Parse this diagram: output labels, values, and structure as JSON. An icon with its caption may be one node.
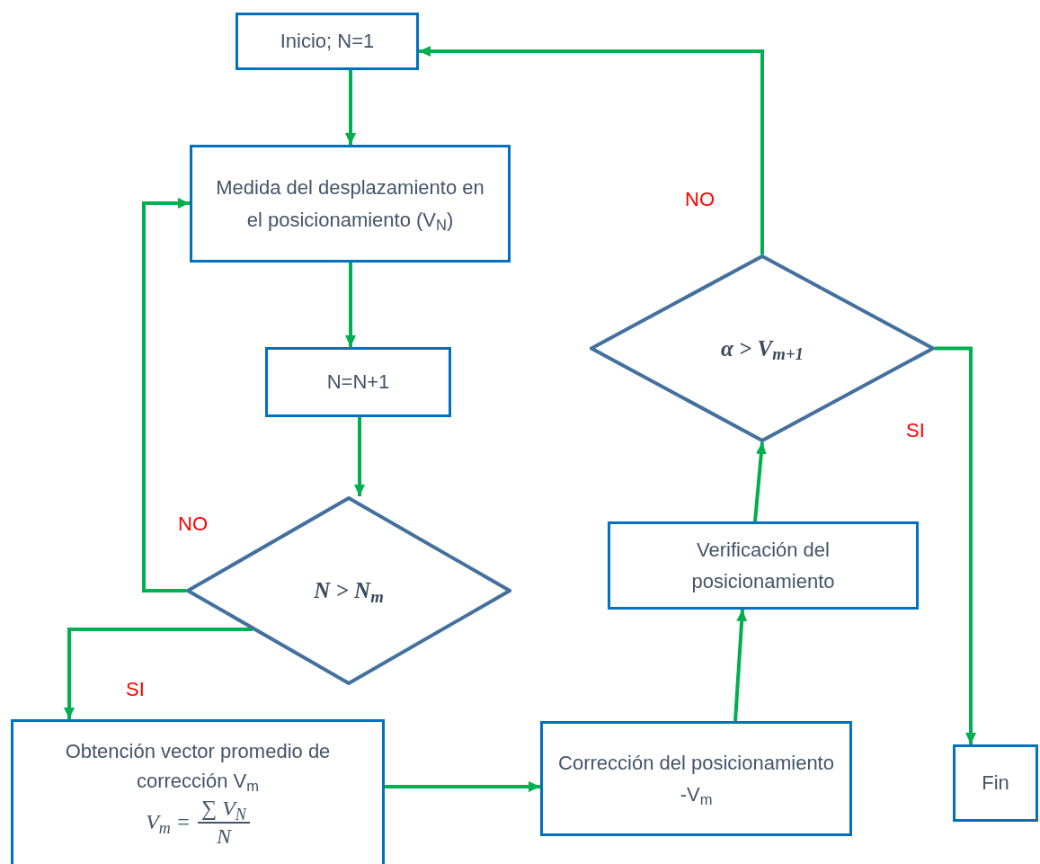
{
  "diagram": {
    "nodes": [
      {
        "text": [
          "Inicio; N=1"
        ]
      },
      {
        "text": [
          "Medida del desplazamiento en el posicionamiento (V$_{N}$)"
        ]
      },
      {
        "text": [
          "N=N+1"
        ]
      },
      {
        "text": [
          "N > N$_{m}$"
        ]
      },
      {
        "text": [
          "Obtención vector promedio de corrección V$_{m}$",
          "V$_{m}$ =",
          "∑ V$_{N}$",
          "N"
        ]
      },
      {
        "text": [
          "Corrección del posicionamiento",
          "-V$_{m}$"
        ]
      },
      {
        "text": [
          "Verificación del posicionamiento"
        ]
      },
      {
        "text": [
          "α > V$_{m+1}$"
        ]
      },
      {
        "text": [
          "Fin"
        ]
      }
    ],
    "edges": [
      {
        "from": 0,
        "to": 1,
        "arrow": "to"
      },
      {
        "from": 1,
        "to": 2,
        "arrow": "to"
      },
      {
        "from": 2,
        "to": 3,
        "arrow": "to"
      },
      {
        "from": 3,
        "to": 1,
        "arrow": "to",
        "label": "NO"
      },
      {
        "from": 3,
        "to": 4,
        "arrow": "to",
        "label": "SI"
      },
      {
        "from": 4,
        "to": 5,
        "arrow": "to"
      },
      {
        "from": 5,
        "to": 6,
        "arrow": "to"
      },
      {
        "from": 6,
        "to": 7,
        "arrow": "to"
      },
      {
        "from": 7,
        "to": 0,
        "arrow": "to",
        "label": "NO"
      },
      {
        "from": 7,
        "to": 8,
        "arrow": "to",
        "label": "SI"
      }
    ]
  }
}
